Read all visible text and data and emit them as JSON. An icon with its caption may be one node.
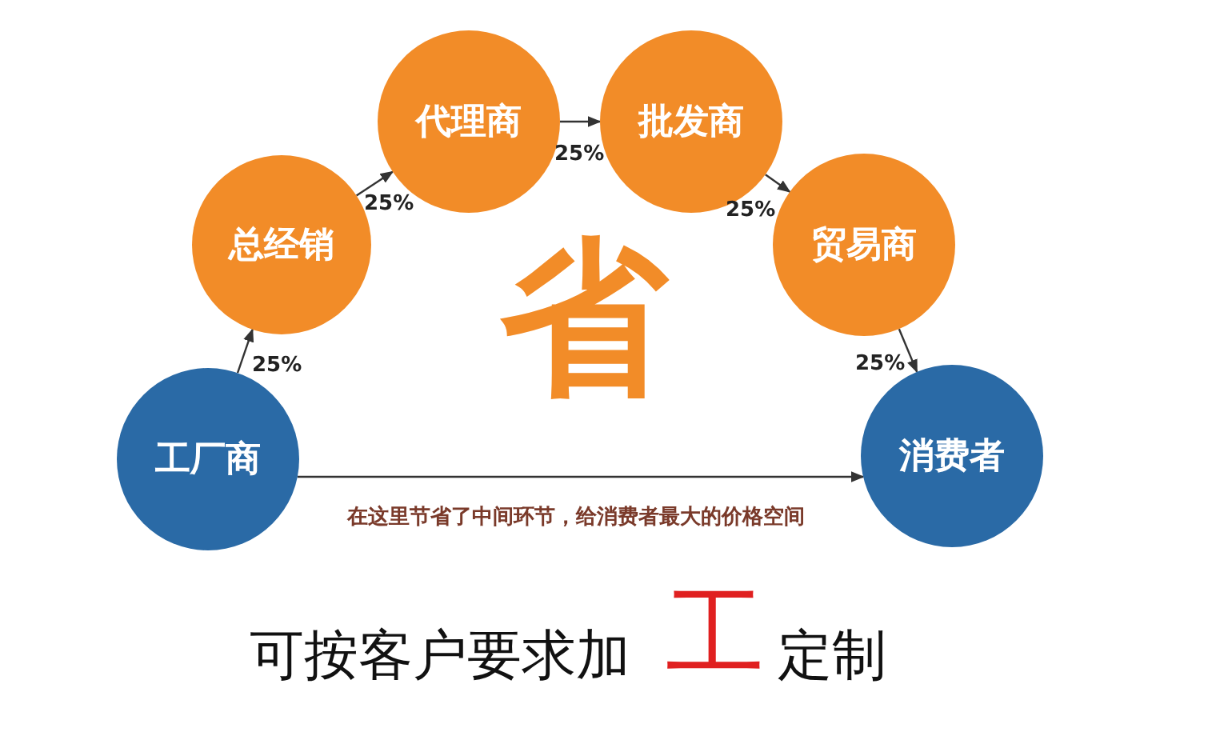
{
  "diagram": {
    "nodes": [
      {
        "text": [
          "工厂商"
        ]
      },
      {
        "text": [
          "总经销"
        ]
      },
      {
        "text": [
          "代理商"
        ]
      },
      {
        "text": [
          "批发商"
        ]
      },
      {
        "text": [
          "贸易商"
        ]
      },
      {
        "text": [
          "消费者"
        ]
      }
    ],
    "edges": [
      {
        "from": 0,
        "to": 1,
        "arrow": "to",
        "label": "25%"
      },
      {
        "from": 1,
        "to": 2,
        "arrow": "to",
        "label": "25%"
      },
      {
        "from": 2,
        "to": 3,
        "arrow": "to",
        "label": "25%"
      },
      {
        "from": 3,
        "to": 4,
        "arrow": "to",
        "label": "25%"
      },
      {
        "from": 4,
        "to": 5,
        "arrow": "to",
        "label": "25%"
      },
      {
        "from": 0,
        "to": 5,
        "arrow": "to",
        "label": "在这里节省了中间环节，给消费者最大的价格空间"
      }
    ],
    "labels": [
      "省",
      "可按客户要求加",
      "工",
      "定制"
    ]
  }
}
